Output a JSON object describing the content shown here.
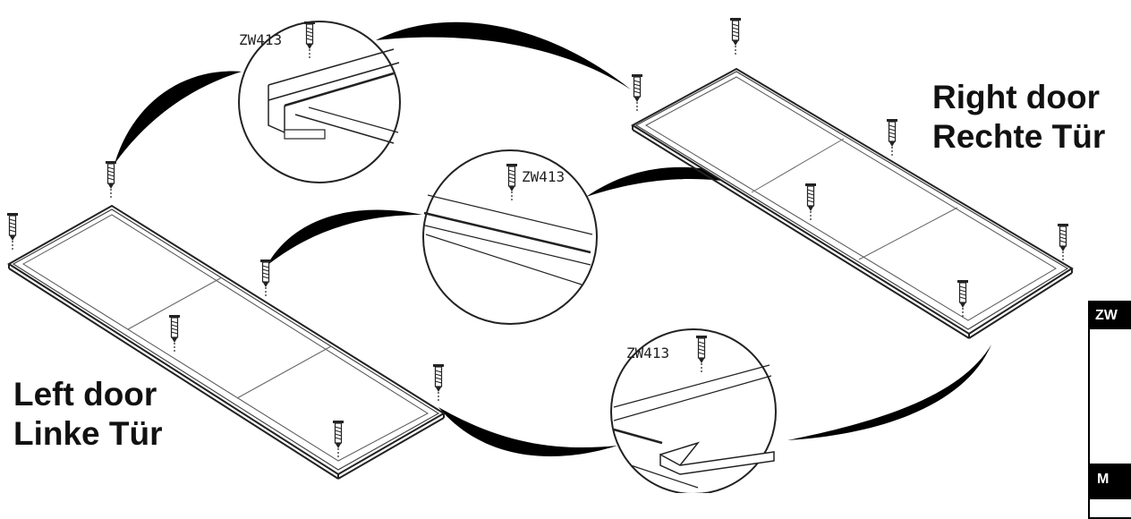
{
  "labels": {
    "right_door_en": "Right door",
    "right_door_de": "Rechte Tür",
    "left_door_en": "Left door",
    "left_door_de": "Linke Tür",
    "detail_top": "ZW413",
    "detail_middle": "ZW413",
    "detail_bottom": "ZW413"
  },
  "legend": {
    "header": "ZW",
    "footer": "M"
  }
}
